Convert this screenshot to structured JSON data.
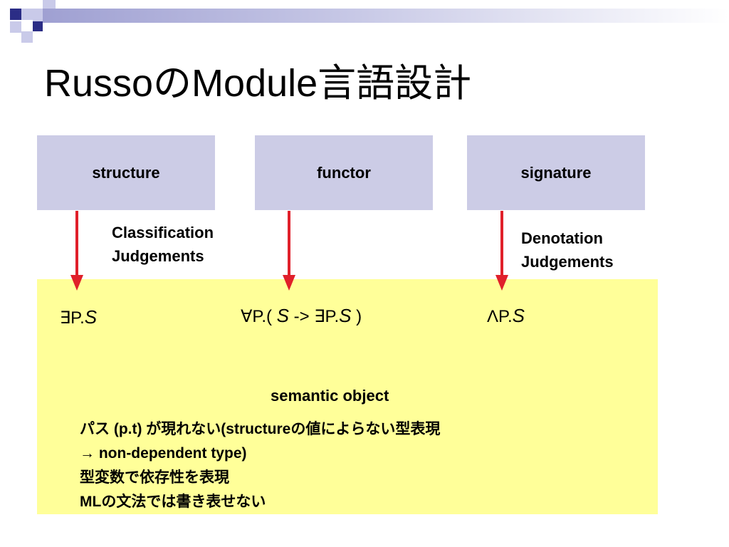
{
  "title": "RussoのModule言語設計",
  "boxes": {
    "structure": "structure",
    "functor": "functor",
    "signature": "signature"
  },
  "labels": {
    "classification_line1": "Classification",
    "classification_line2": "Judgements",
    "denotation_line1": "Denotation",
    "denotation_line2": "Judgements"
  },
  "formulas": {
    "structure": {
      "prefix": "∃P.",
      "var": "S"
    },
    "functor": {
      "prefix": "∀P.(",
      "var1": "S",
      "mid": " -> ∃P.",
      "var2": "S",
      "suffix": " )"
    },
    "signature": {
      "prefix": "ΛP.",
      "var": "S"
    }
  },
  "semantic_object": {
    "title": "semantic object",
    "lines": [
      "パス (p.t) が現れない(structureの値によらない型表現",
      "→ non-dependent type)",
      "型変数で依存性を表現",
      "MLの文法では書き表せない"
    ]
  },
  "colors": {
    "navy": "#2b2d86",
    "lavender": "#cccce6",
    "yellow": "#ffff99",
    "arrow": "#e0202a"
  }
}
